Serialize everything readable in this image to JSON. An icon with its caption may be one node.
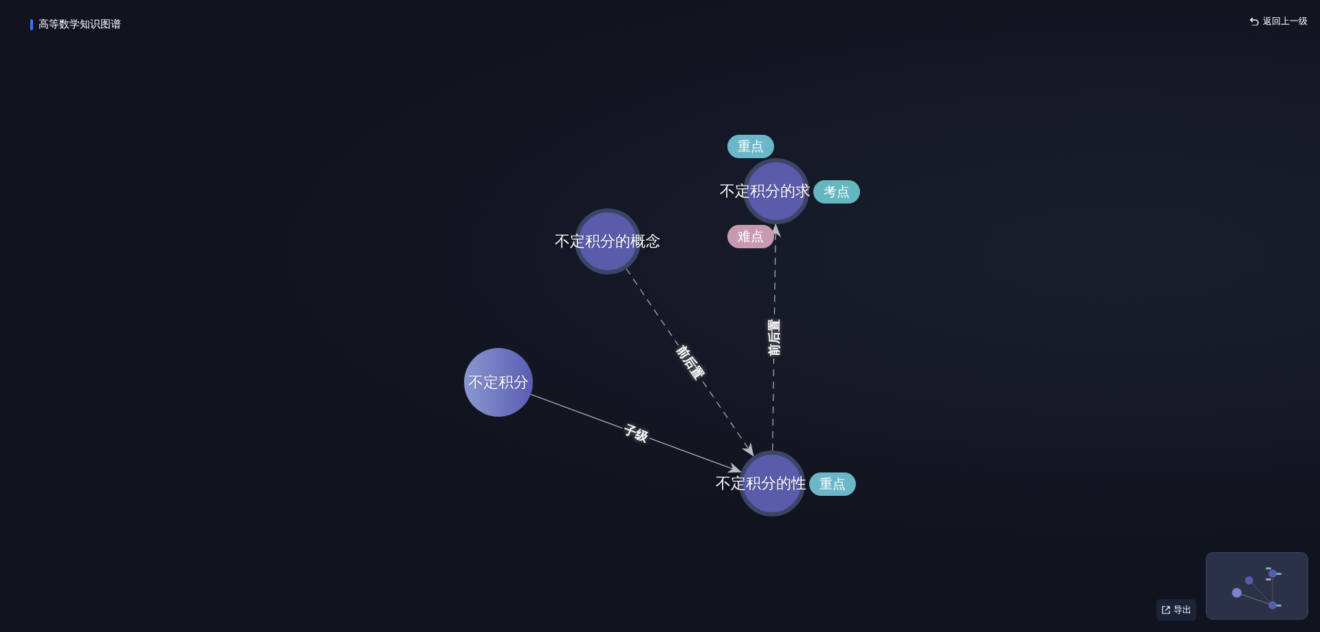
{
  "diagram": {
    "title": "高等数学知识图谱",
    "nodes": [
      {
        "text": [
          "重点"
        ]
      },
      {
        "text": [
          "不定积分的求"
        ]
      },
      {
        "text": [
          "考点"
        ]
      },
      {
        "text": [
          "不定积分的概念"
        ]
      },
      {
        "text": [
          "难点"
        ]
      },
      {
        "text": [
          "不定积分"
        ]
      },
      {
        "text": [
          "不定积分的性"
        ]
      },
      {
        "text": [
          "重点"
        ]
      }
    ],
    "edges": [
      {
        "from": 5,
        "to": 6,
        "arrow": "to",
        "label": "子级"
      },
      {
        "from": 3,
        "to": 6,
        "arrow": "to",
        "label": "前后置",
        "style": "dashed"
      },
      {
        "from": 6,
        "to": 1,
        "arrow": "to",
        "label": "前后置",
        "style": "dashed"
      }
    ],
    "labels": [
      "返回上一级",
      "导出"
    ]
  }
}
